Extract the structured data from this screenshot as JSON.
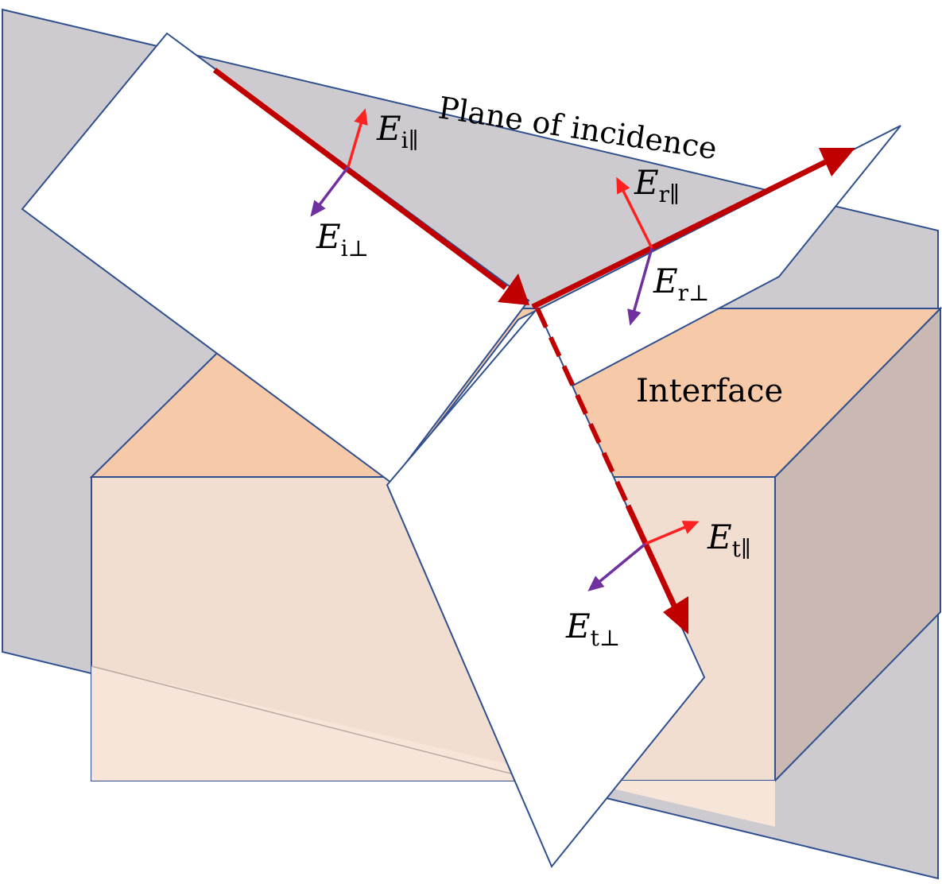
{
  "labels": {
    "plane_of_incidence": "Plane of incidence",
    "interface": "Interface"
  },
  "field_labels": {
    "e_i_par": {
      "base": "E",
      "sub": "i∥"
    },
    "e_i_perp": {
      "base": "E",
      "sub": "i⊥"
    },
    "e_r_par": {
      "base": "E",
      "sub": "r∥"
    },
    "e_r_perp": {
      "base": "E",
      "sub": "r⊥"
    },
    "e_t_par": {
      "base": "E",
      "sub": "t∥"
    },
    "e_t_perp": {
      "base": "E",
      "sub": "t⊥"
    }
  },
  "colors": {
    "plane_fill": "#cdcbcf",
    "outline": "#2f4f8f",
    "ray": "#c00000",
    "parallel_vector": "#ff2020",
    "perpendicular_vector": "#7030a0",
    "block_top": "#f6c9a8",
    "block_front": "#f2ddd1",
    "block_front_lower": "#f8e3d6",
    "block_side": "#c9b9b2",
    "sheet": "#ffffff"
  }
}
